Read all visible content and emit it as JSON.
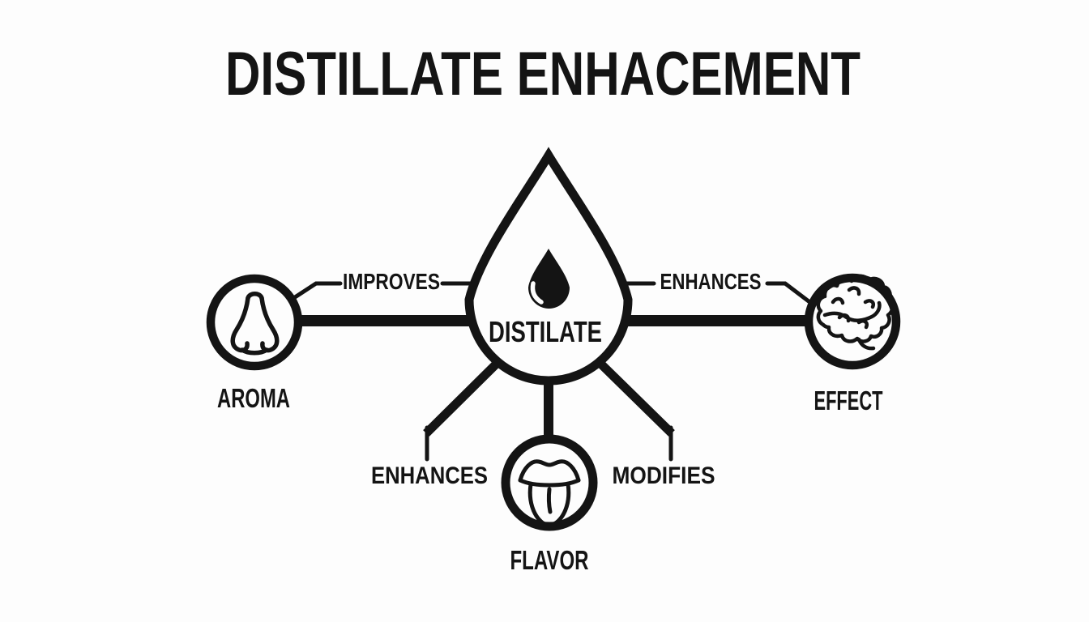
{
  "title": "DISTILLATE ENHACEMENT",
  "colors": {
    "ink": "#141414",
    "background": "#fdfdfd"
  },
  "center_node": {
    "label": "DISTILATE",
    "icon": "droplet-icon"
  },
  "nodes": {
    "aroma": {
      "label": "AROMA",
      "icon": "nose-icon"
    },
    "effect": {
      "label": "EFFECT",
      "icon": "brain-icon"
    },
    "flavor": {
      "label": "FLAVOR",
      "icon": "tongue-icon"
    }
  },
  "edges": {
    "distillate_aroma": {
      "label": "IMPROVES"
    },
    "distillate_effect": {
      "label": "ENHANCES"
    },
    "distillate_flavor_left": {
      "label": "ENHANCES"
    },
    "distillate_flavor_right": {
      "label": "MODIFIES"
    }
  }
}
